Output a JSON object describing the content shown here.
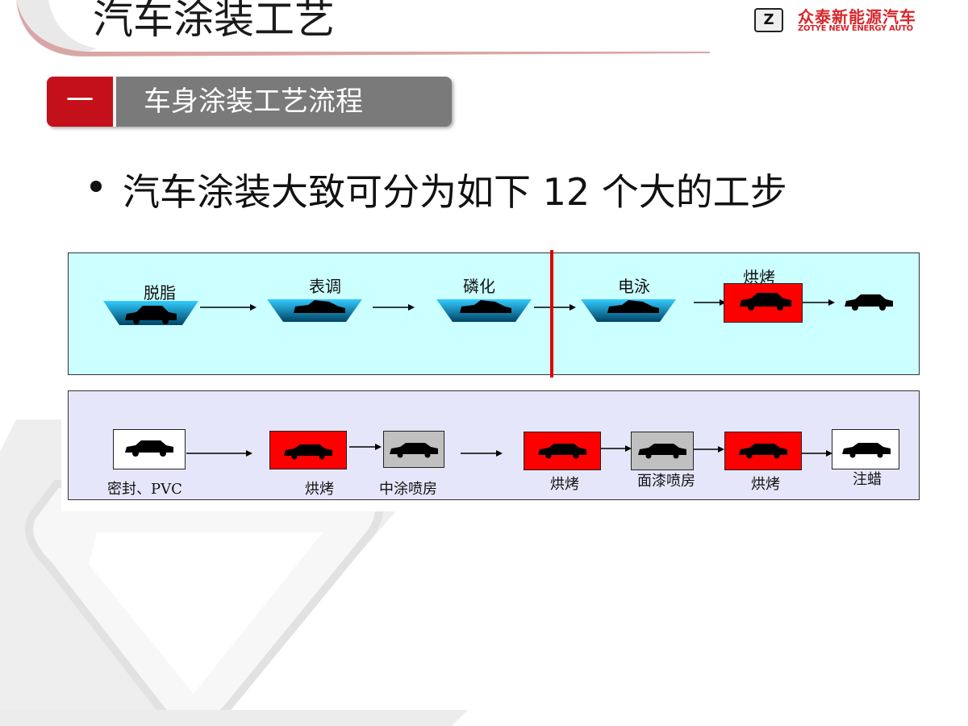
{
  "title": "汽车涂装工艺",
  "brand": {
    "badge": "Z",
    "name_cn": "众泰新能源汽车",
    "name_en": "ZOTYE NEW ENERGY AUTO"
  },
  "section": {
    "number": "一",
    "title": "车身涂装工艺流程"
  },
  "bullet": {
    "text": "汽车涂装大致可分为如下 12 个大的工步"
  },
  "process": {
    "row1": [
      "脱脂",
      "表调",
      "磷化",
      "电泳",
      "烘烤"
    ],
    "row2": [
      "密封、PVC",
      "烘烤",
      "中涂喷房",
      "烘烤",
      "面漆喷房",
      "烘烤",
      "注蜡"
    ]
  },
  "colors": {
    "accent_red": "#c4101a",
    "oven_red": "#ff0000",
    "booth_gray": "#c0c0c0",
    "panel1_bg": "#ccffff",
    "panel2_bg": "#e6e6fa"
  }
}
